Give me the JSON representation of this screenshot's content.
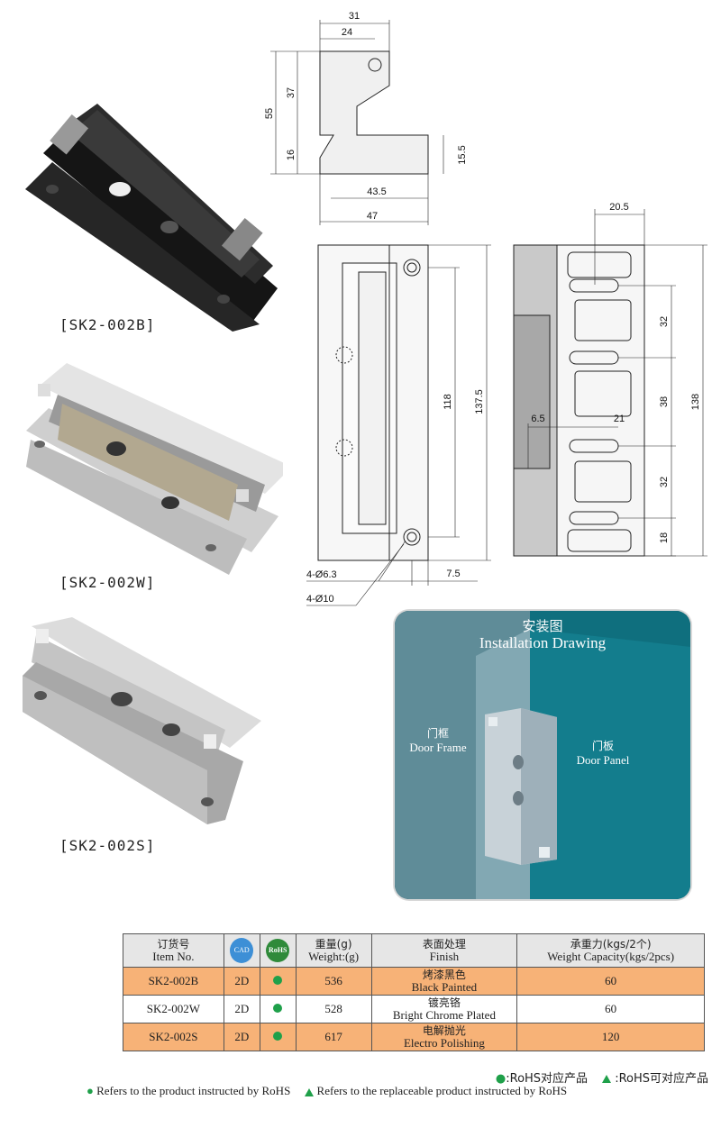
{
  "products": [
    {
      "caption": "[SK2-002B]",
      "color": "#1e1e1e"
    },
    {
      "caption": "[SK2-002W]",
      "color": "#c9c9c9"
    },
    {
      "caption": "[SK2-002S]",
      "color": "#b8b8b8"
    }
  ],
  "drawing": {
    "top_dims": {
      "w31": "31",
      "w24": "24",
      "h55": "55",
      "h37": "37",
      "h16": "16",
      "h15_5": "15.5",
      "w43_5": "43.5",
      "w47": "47"
    },
    "front_dims": {
      "h118": "118",
      "h137_5": "137.5",
      "hole_small": "4-Ø6.3",
      "hole_big": "4-Ø10",
      "e7_5": "7.5"
    },
    "side_dims": {
      "w20_5": "20.5",
      "p32a": "32",
      "p38": "38",
      "p32b": "32",
      "e18": "18",
      "h138": "138",
      "w6_5": "6.5",
      "w21": "21"
    }
  },
  "installation": {
    "title_cn": "安装图",
    "title_en": "Installation Drawing",
    "frame_cn": "门框",
    "frame_en": "Door Frame",
    "panel_cn": "门板",
    "panel_en": "Door Panel"
  },
  "table": {
    "headers": {
      "item_cn": "订货号",
      "item_en": "Item No.",
      "cad_icon": "CAD",
      "rohs_icon": "RoHS",
      "weight_cn": "重量(g)",
      "weight_en": "Weight:(g)",
      "finish_cn": "表面处理",
      "finish_en": "Finish",
      "cap_cn": "承重力(kgs/2个)",
      "cap_en": "Weight Capacity(kgs/2pcs)"
    },
    "rows": [
      {
        "item": "SK2-002B",
        "cad": "2D",
        "weight": "536",
        "finish_cn": "烤漆黑色",
        "finish_en": "Black Painted",
        "capacity": "60"
      },
      {
        "item": "SK2-002W",
        "cad": "2D",
        "weight": "528",
        "finish_cn": "镀亮铬",
        "finish_en": "Bright Chrome Plated",
        "capacity": "60"
      },
      {
        "item": "SK2-002S",
        "cad": "2D",
        "weight": "617",
        "finish_cn": "电解抛光",
        "finish_en": "Electro Polishing",
        "capacity": "120"
      }
    ],
    "status_color": "#1fa04a",
    "row_highlight": "#f7b277"
  },
  "legend": {
    "cn_dot": ":RoHS对应产品",
    "cn_tri": ":RoHS可对应产品",
    "en_dot": "Refers to the product instructed by RoHS",
    "en_tri": "Refers to the replaceable product instructed by RoHS"
  }
}
